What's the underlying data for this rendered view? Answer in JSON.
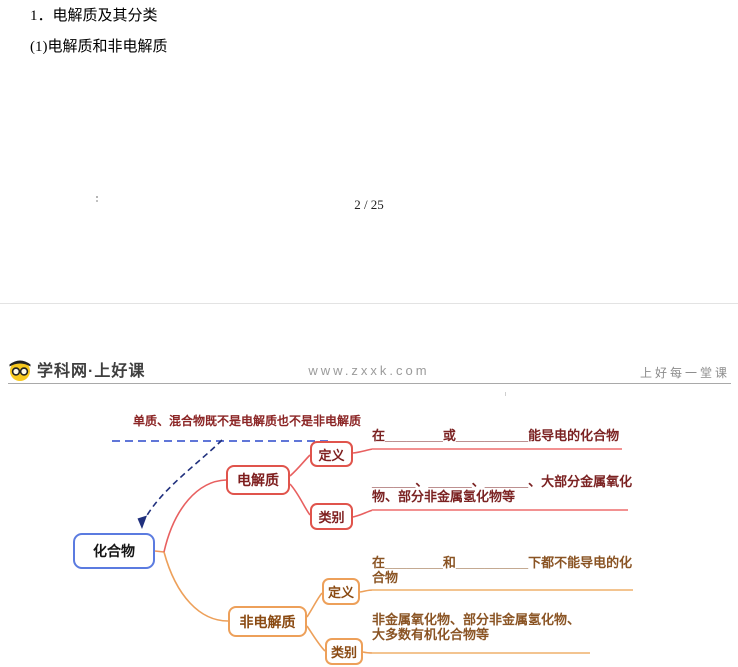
{
  "document": {
    "heading1": "1．电解质及其分类",
    "heading2": "(1)电解质和非电解质",
    "page_indicator": "2 / 25"
  },
  "header": {
    "logo": "zxxk-owl-logo",
    "brand": "学科网·上好课",
    "url": "www.zxxk.com",
    "slogan": "上好每一堂课"
  },
  "mindmap": {
    "annotation": "单质、混合物既不是电解质也不是非电解质",
    "root": {
      "label": "化合物"
    },
    "electrolyte": {
      "label": "电解质",
      "definition_label": "定义",
      "definition_lines": [
        "在________或__________能导电的化合物"
      ],
      "category_label": "类别",
      "category_lines": [
        "______、______、______、大部分金属氧化",
        "物、部分非金属氢化物等"
      ]
    },
    "non_electrolyte": {
      "label": "非电解质",
      "definition_label": "定义",
      "definition_lines": [
        "在________和__________下都不能导电的化",
        "合物"
      ],
      "category_label": "类别",
      "category_lines": [
        "非金属氧化物、部分非金属氢化物、",
        "大多数有机化合物等"
      ]
    }
  },
  "colors": {
    "root_border": "#5b7be0",
    "electrolyte_branch": "#e86060",
    "electrolyte_text": "#7b2222",
    "electrolyte_underline": "#f29191",
    "non_electrolyte_branch": "#eda05a",
    "non_electrolyte_text": "#8a5424",
    "non_electrolyte_underline": "#f3c490",
    "dashed_line": "#2b49cc",
    "annotation_text": "#8b2525",
    "logo_yellow": "#f7c81e"
  }
}
